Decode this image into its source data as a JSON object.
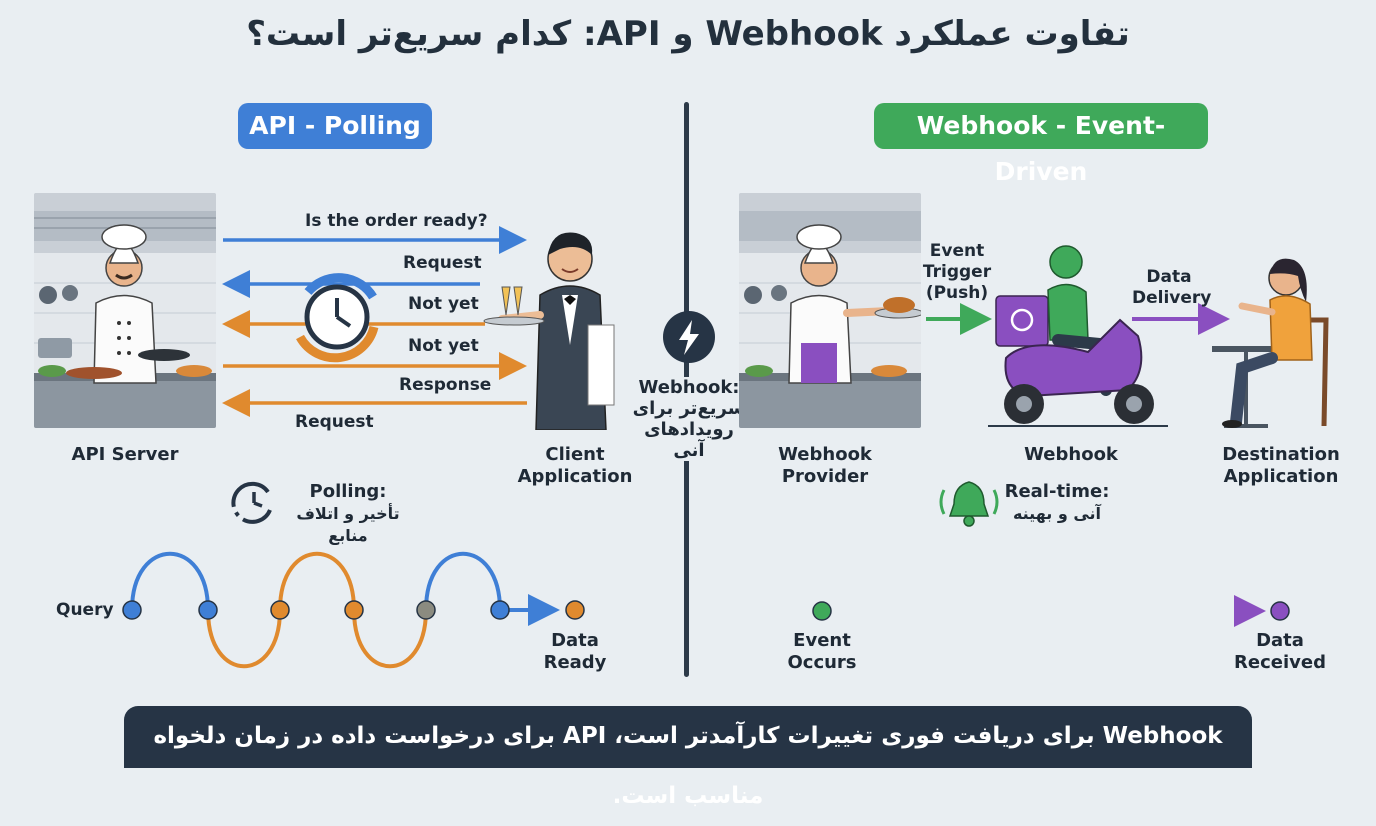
{
  "title": "تفاوت عملکرد Webhook و API: کدام سریع‌تر است؟",
  "left": {
    "pill": "API - Polling",
    "arrows": {
      "a1": "Is the order ready?",
      "a2": "Request",
      "a3": "Not yet",
      "a4": "Not yet",
      "a5": "Response",
      "a6": "Request"
    },
    "server_label": "API Server",
    "client_label_1": "Client",
    "client_label_2": "Application",
    "note_title": "Polling:",
    "note_text": "تأخیر و اتلاف منابع",
    "timeline_start": "Query",
    "timeline_end_1": "Data",
    "timeline_end_2": "Ready"
  },
  "center": {
    "title": "Webhook:",
    "line1": "سریع‌تر برای",
    "line2": "رویدادهای آنی"
  },
  "right": {
    "pill": "Webhook - Event-Driven",
    "trigger_1": "Event",
    "trigger_2": "Trigger",
    "trigger_3": "(Push)",
    "delivery_1": "Data",
    "delivery_2": "Delivery",
    "provider_1": "Webhook",
    "provider_2": "Provider",
    "webhook_label": "Webhook",
    "dest_1": "Destination",
    "dest_2": "Application",
    "note_title": "Real-time:",
    "note_text": "آنی و بهینه",
    "timeline_start_1": "Event",
    "timeline_start_2": "Occurs",
    "timeline_end_1": "Data",
    "timeline_end_2": "Received"
  },
  "footer": "Webhook برای دریافت فوری تغییرات کارآمدتر است، API برای درخواست داده در زمان دلخواه مناسب است.",
  "colors": {
    "api_blue": "#3f7fd6",
    "webhook_green": "#3fa95a",
    "orange": "#e08a2e",
    "purple": "#8a4fc0",
    "dark": "#263445"
  },
  "icons": [
    "chef-illustration",
    "waiter-illustration",
    "clock-cycle-icon",
    "lightning-icon",
    "courier-scooter-illustration",
    "diner-illustration",
    "clock-delay-icon",
    "bell-icon"
  ]
}
